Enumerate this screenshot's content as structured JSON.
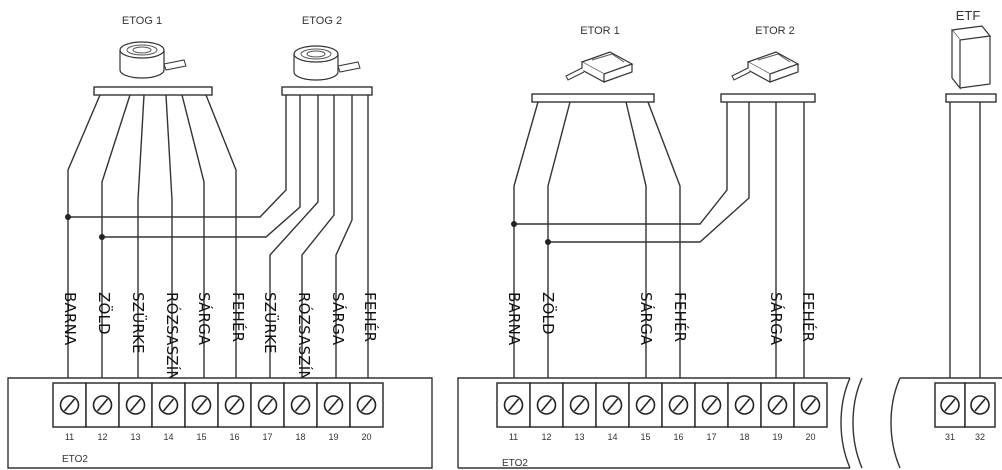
{
  "devices": {
    "etog1": "ETOG 1",
    "etog2": "ETOG 2",
    "etor1": "ETOR 1",
    "etor2": "ETOR 2",
    "etf": "ETF"
  },
  "boards": {
    "left": "ETO2",
    "middle": "ETO2"
  },
  "left_wires": [
    "BARNA",
    "ZÖLD",
    "SZÜRKE",
    "RÓZSASZÍN",
    "SÁRGA",
    "FEHÉR",
    "SZÜRKE",
    "RÓZSASZÍN",
    "SÁRGA",
    "FEHÉR"
  ],
  "left_terminals": [
    "11",
    "12",
    "13",
    "14",
    "15",
    "16",
    "17",
    "18",
    "19",
    "20"
  ],
  "middle_wires": {
    "t11": "BARNA",
    "t12": "ZÖLD",
    "t15": "SÁRGA",
    "t16": "FEHÉR",
    "t19": "SÁRGA",
    "t20": "FEHÉR"
  },
  "middle_terminals": [
    "11",
    "12",
    "13",
    "14",
    "15",
    "16",
    "17",
    "18",
    "19",
    "20"
  ],
  "right_terminals": [
    "31",
    "32"
  ],
  "colors": {
    "line": "#333333",
    "background": "#ffffff"
  }
}
